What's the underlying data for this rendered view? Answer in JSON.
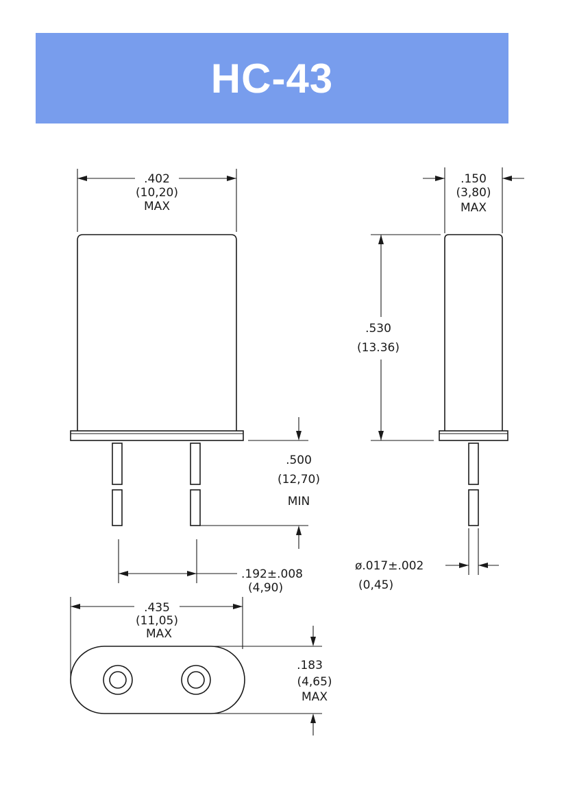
{
  "title": "HC-43",
  "colors": {
    "banner": "#789ded",
    "title_text": "#ffffff",
    "line": "#1a1a1a"
  },
  "dims": {
    "width": {
      "inch": ".402",
      "mm": "(10,20)",
      "note": "MAX"
    },
    "depth": {
      "inch": ".150",
      "mm": "(3,80)",
      "note": "MAX"
    },
    "height": {
      "inch": ".530",
      "mm": "(13.36)"
    },
    "lead_length": {
      "inch": ".500",
      "mm": "(12,70)",
      "note": "MIN"
    },
    "pin_spacing": {
      "inch": ".192±.008",
      "mm": "(4,90)"
    },
    "lead_diameter": {
      "inch": "ø.017±.002",
      "mm": "(0,45)"
    },
    "base_width": {
      "inch": ".435",
      "mm": "(11,05)",
      "note": "MAX"
    },
    "base_depth": {
      "inch": ".183",
      "mm": "(4,65)",
      "note": "MAX"
    }
  }
}
